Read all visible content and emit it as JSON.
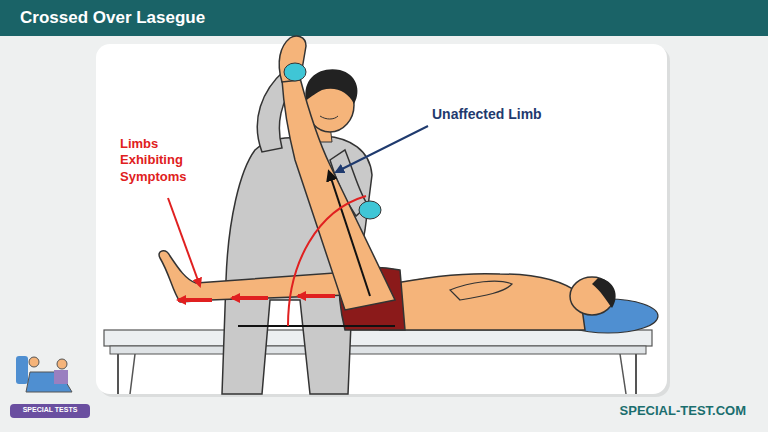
{
  "diagram": {
    "title": "Crossed Over Lasegue",
    "labels": [
      "Unaffected Limb",
      "Limbs Exhibiting Symptoms",
      "SPECIAL TESTS",
      "SPECIAL-TEST.COM"
    ]
  }
}
